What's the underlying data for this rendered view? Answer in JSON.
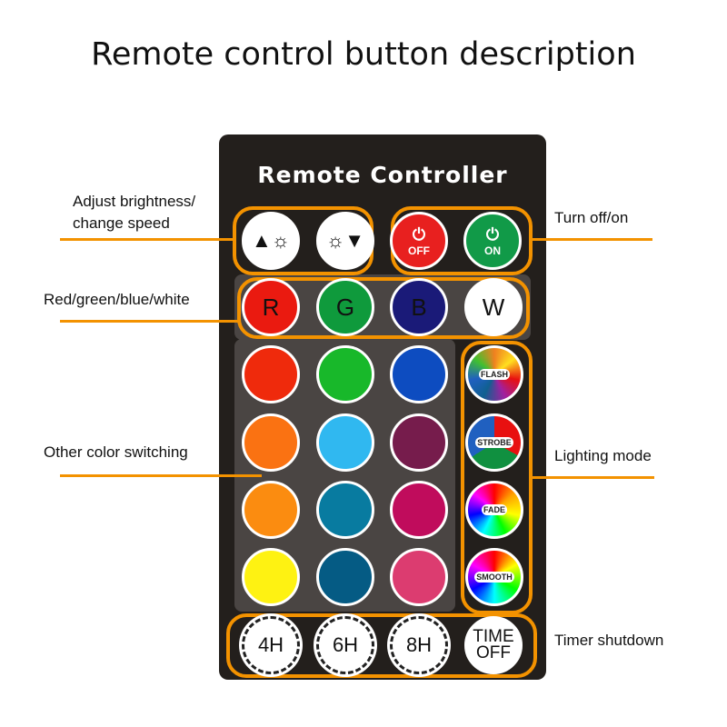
{
  "title": "Remote control button description",
  "remote_title": "Remote Controller",
  "labels": {
    "brightness_1": "Adjust brightness/",
    "brightness_2": "change speed",
    "power": "Turn off/on",
    "rgbw": "Red/green/blue/white",
    "other": "Other color switching",
    "mode": "Lighting mode",
    "timer": "Timer shutdown"
  },
  "power": {
    "off": "OFF",
    "on": "ON",
    "off_color": "#e8201f",
    "on_color": "#119a48"
  },
  "rgbw": [
    {
      "label": "R",
      "color": "#ea1a10"
    },
    {
      "label": "G",
      "color": "#0f9a3c"
    },
    {
      "label": "B",
      "color": "#1a1a78"
    },
    {
      "label": "W",
      "color": "#ffffff"
    }
  ],
  "colors": [
    "#ef2a0c",
    "#18b82a",
    "#0d4cc0",
    "#fa7212",
    "#30b8f0",
    "#761c4c",
    "#fb8c10",
    "#087ba0",
    "#c00c5c",
    "#fef212",
    "#055b84",
    "#dc3c70"
  ],
  "modes": [
    "FLASH",
    "STROBE",
    "FADE",
    "SMOOTH"
  ],
  "timers": [
    "4H",
    "6H",
    "8H",
    "TIME OFF"
  ],
  "accent": "#f39200"
}
